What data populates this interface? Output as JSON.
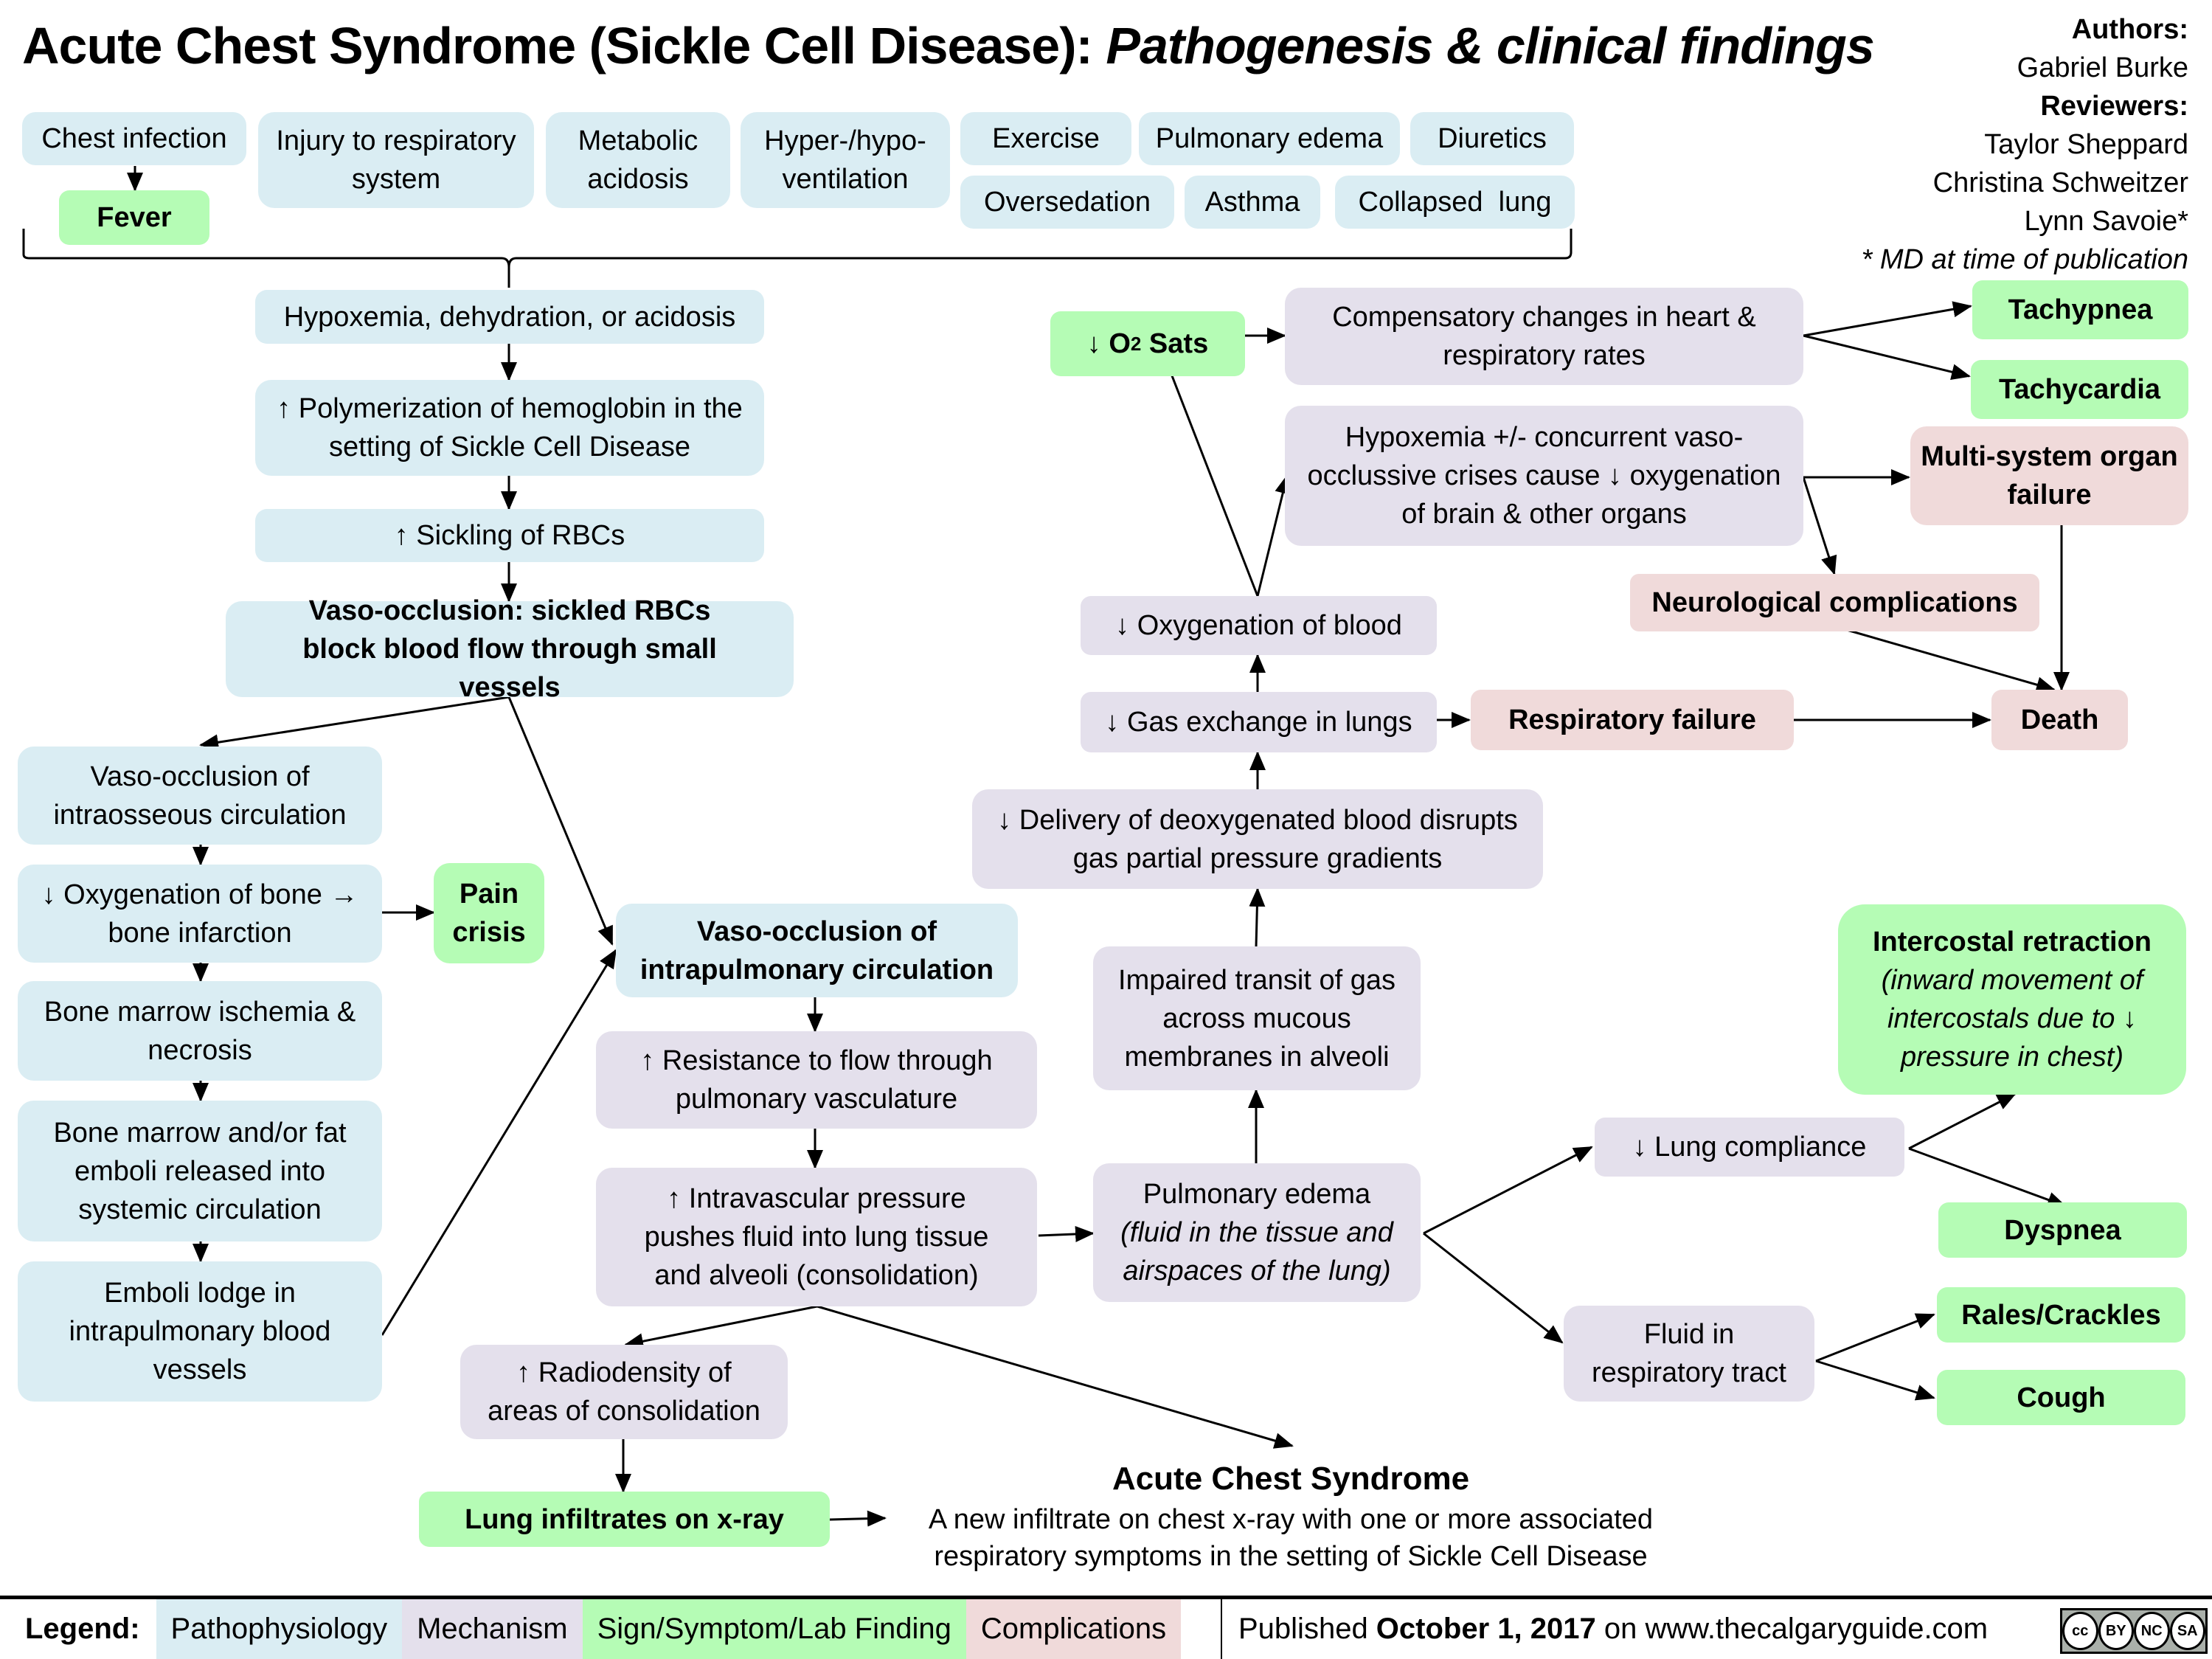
{
  "title": {
    "main": "Acute Chest Syndrome (Sickle Cell Disease): ",
    "sub": "Pathogenesis & clinical findings"
  },
  "authors": {
    "authors_label": "Authors:",
    "authors": [
      "Gabriel Burke"
    ],
    "reviewers_label": "Reviewers:",
    "reviewers": [
      "Taylor Sheppard",
      "Christina Schweitzer",
      "Lynn Savoie*"
    ],
    "note": "* MD at time of publication"
  },
  "causes": {
    "chest_infection": "Chest infection",
    "fever": "Fever",
    "injury": "Injury to respiratory system",
    "metabolic_acidosis": "Metabolic acidosis",
    "hyper_hypo": "Hyper-/hypo-ventilation",
    "exercise": "Exercise",
    "pulmonary_edema": "Pulmonary edema",
    "diuretics": "Diuretics",
    "oversedation": "Oversedation",
    "asthma": "Asthma",
    "collapsed_lung": "Collapsed  lung"
  },
  "center": {
    "hypoxemia": "Hypoxemia, dehydration, or acidosis",
    "polymerization": "↑ Polymerization of hemoglobin in the setting of Sickle Cell Disease",
    "sickling": "↑ Sickling of RBCs",
    "vaso_occlusion": "Vaso-occlusion: sickled RBCs block blood flow through small vessels"
  },
  "bone": {
    "intraosseous": "Vaso-occlusion of intraosseous circulation",
    "oxygenation_bone": "↓ Oxygenation of bone → bone infarction",
    "pain_crisis": "Pain crisis",
    "marrow_ischemia": "Bone marrow ischemia & necrosis",
    "emboli_released": "Bone marrow and/or fat emboli released into systemic circulation",
    "emboli_lodge": "Emboli lodge in intrapulmonary blood vessels"
  },
  "pulmonary": {
    "intrapulmonary": "Vaso-occlusion of intrapulmonary circulation",
    "resistance": "↑ Resistance to flow through pulmonary vasculature",
    "intravascular": "↑ Intravascular pressure pushes fluid into lung tissue and alveoli (consolidation)",
    "radiodensity": "↑ Radiodensity of areas of consolidation",
    "infiltrates": "Lung infiltrates on x-ray",
    "edema_title": "Pulmonary edema",
    "edema_note": "(fluid in the tissue and airspaces of the lung)",
    "impaired_transit": "Impaired transit of gas across mucous membranes in alveoli",
    "delivery": "↓ Delivery of deoxygenated blood disrupts gas partial pressure gradients",
    "gas_exchange": "↓ Gas exchange in lungs",
    "oxygenation_blood": "↓ Oxygenation of blood",
    "o2_sats_arrow": "↓ O",
    "o2_sats_sub": "2",
    "o2_sats_text": " Sats",
    "compensatory": "Compensatory changes in heart & respiratory rates",
    "hypoxemia_concurrent": "Hypoxemia +/- concurrent vaso-occlussive crises cause ↓ oxygenation of brain & other organs"
  },
  "outcomes": {
    "tachypnea": "Tachypnea",
    "tachycardia": "Tachycardia",
    "multisystem": "Multi-system organ failure",
    "neurological": "Neurological complications",
    "respiratory_failure": "Respiratory failure",
    "death": "Death",
    "intercostal_title": "Intercostal retraction",
    "intercostal_note": "(inward movement of intercostals due to ↓ pressure in chest)",
    "lung_compliance": "↓ Lung compliance",
    "fluid_tract": "Fluid in respiratory tract",
    "dyspnea": "Dyspnea",
    "rales": "Rales/Crackles",
    "cough": "Cough"
  },
  "acs": {
    "title": "Acute Chest Syndrome",
    "definition": "A new infiltrate on chest x-ray with one or more associated respiratory symptoms in the setting of Sickle Cell Disease"
  },
  "legend": {
    "label": "Legend:",
    "items": [
      {
        "label": "Pathophysiology",
        "color": "#daedf3"
      },
      {
        "label": "Mechanism",
        "color": "#e4e0ec"
      },
      {
        "label": "Sign/Symptom/Lab Finding",
        "color": "#b5fcb5"
      },
      {
        "label": "Complications",
        "color": "#f0dada"
      }
    ]
  },
  "footer": {
    "published_prefix": "Published ",
    "published_date": "October 1, 2017",
    "published_suffix": " on www.thecalgaryguide.com",
    "license_labels": [
      "cc",
      "BY",
      "NC",
      "SA"
    ]
  }
}
